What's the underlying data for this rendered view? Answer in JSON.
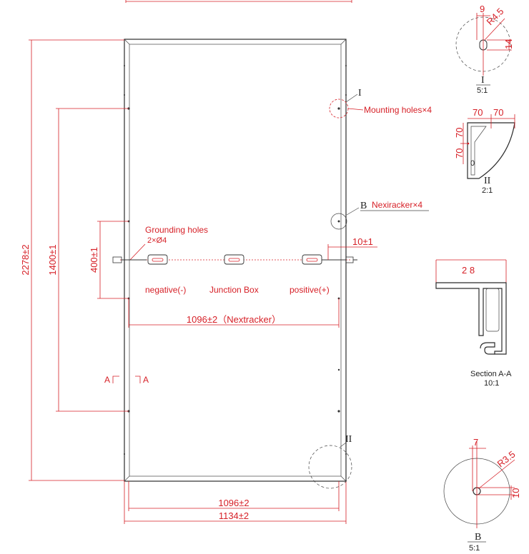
{
  "main_view": {
    "dim_height": "2278±2",
    "dim_mount_pitch": "1400±1",
    "dim_ground_pitch": "400±1",
    "dim_nextracker_width": "1096±2（Nextracker）",
    "dim_mount_width": "1096±2",
    "dim_overall_width": "1134±2",
    "dim_offset": "10±1",
    "label_grounding_holes": "Grounding holes",
    "label_grounding_spec": "2×Ø4",
    "label_negative": "negative(-)",
    "label_junction_box": "Junction Box",
    "label_positive": "positive(+)",
    "label_mounting_holes": "Mounting holes×4",
    "label_nextracker": "Nexiracker×4",
    "marker_I": "I",
    "marker_B": "B",
    "marker_II": "II",
    "section_left": "A",
    "section_right": "A"
  },
  "detail_I": {
    "dim_9": "9",
    "dim_r": "R4.5",
    "dim_14": "14",
    "label": "I",
    "scale": "5:1"
  },
  "detail_II": {
    "dim_70a": "70",
    "dim_70b": "70",
    "dim_70c": "70",
    "dim_70d": "70",
    "dim_0": "0",
    "label": "II",
    "scale": "2:1"
  },
  "section_aa": {
    "dim_28": "2 8",
    "title": "Section A-A",
    "scale": "10:1"
  },
  "detail_B": {
    "dim_7": "7",
    "dim_r": "R3.5",
    "dim_10": "10",
    "label": "B",
    "scale": "5:1"
  }
}
